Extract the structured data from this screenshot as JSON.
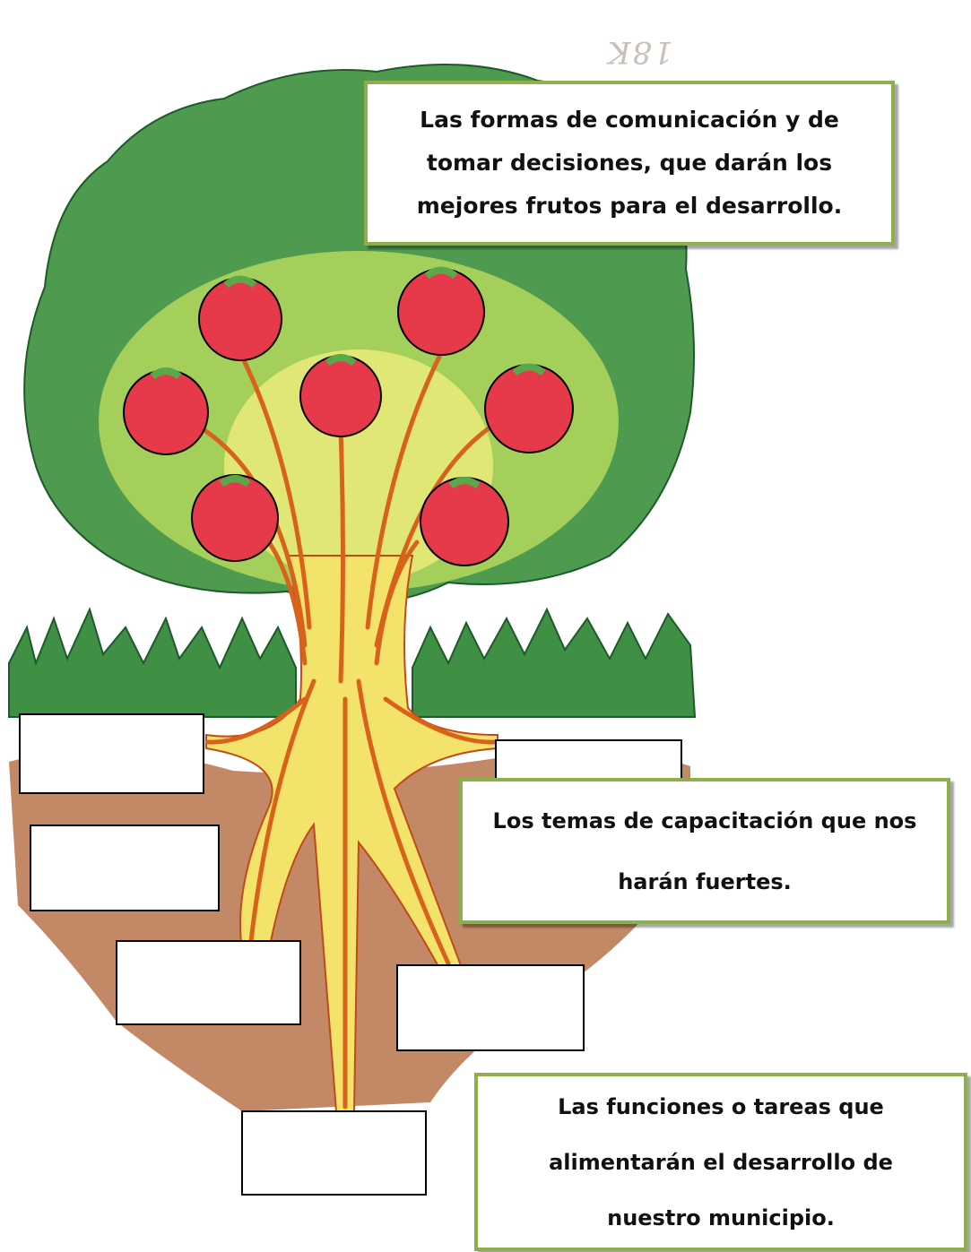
{
  "scan_mark": "18K",
  "callouts": {
    "fruits": "Las formas de comunicación y de\ntomar decisiones, que darán los\nmejores frutos para el desarrollo.",
    "trunk": "Los temas de capacitación que nos\nharán fuertes.",
    "roots": "Las funciones o tareas que\nalimentarán el desarrollo de\nnuestro municipio."
  },
  "colors": {
    "canopy": "#4e9a4f",
    "canopy_light": "#a9d25c",
    "fruit": "#e63a4a",
    "fruit_leaf": "#5aa84a",
    "trunk": "#f4e36a",
    "branch_line": "#d8621c",
    "soil": "#b8734a",
    "grass": "#3f8f45",
    "callout_border": "#8db04d"
  }
}
